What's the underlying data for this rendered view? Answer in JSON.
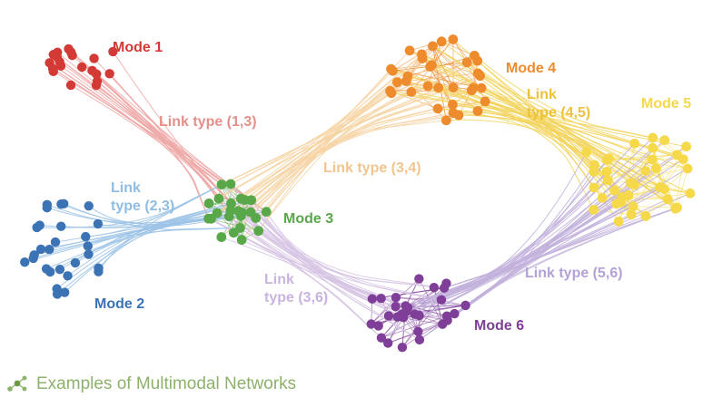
{
  "colors": {
    "mode1": "#d33a36",
    "mode2": "#3b73b4",
    "mode3": "#58a84a",
    "mode4": "#ee8b2c",
    "mode5": "#f6d94a",
    "mode6": "#7f3f98",
    "link13": "#eda8a6",
    "link23": "#9cc3e6",
    "link34": "#f6d3a3",
    "link45": "#f2d35c",
    "link36": "#d6c4e4",
    "link56": "#c2b1dc",
    "caption": "#8db26b"
  },
  "modes": [
    {
      "key": "m1",
      "label": "Mode 1",
      "color": "#d33a36",
      "count": 20
    },
    {
      "key": "m2",
      "label": "Mode 2",
      "color": "#3b73b4",
      "count": 28
    },
    {
      "key": "m3",
      "label": "Mode 3",
      "color": "#58a84a",
      "count": 24
    },
    {
      "key": "m4",
      "label": "Mode 4",
      "color": "#ee8b2c",
      "count": 34
    },
    {
      "key": "m5",
      "label": "Mode 5",
      "color": "#f6d94a",
      "count": 40
    },
    {
      "key": "m6",
      "label": "Mode 6",
      "color": "#7f3f98",
      "count": 30
    }
  ],
  "link_types": [
    {
      "key": "l13",
      "from": "m1",
      "to": "m3",
      "lines": [
        "Link type (1,3)"
      ],
      "color": "#eda8a6",
      "text_color": "#e58f8c"
    },
    {
      "key": "l23",
      "from": "m2",
      "to": "m3",
      "lines": [
        "Link",
        "type (2,3)"
      ],
      "color": "#9cc3e6",
      "text_color": "#8fbde3"
    },
    {
      "key": "l34",
      "from": "m3",
      "to": "m4",
      "lines": [
        "Link type (3,4)"
      ],
      "color": "#f6d3a3",
      "text_color": "#f2c58f"
    },
    {
      "key": "l45",
      "from": "m4",
      "to": "m5",
      "lines": [
        "Link",
        "type (4,5)"
      ],
      "color": "#f2d35c",
      "text_color": "#edc23b"
    },
    {
      "key": "l36",
      "from": "m3",
      "to": "m6",
      "lines": [
        "Link",
        "type (3,6)"
      ],
      "color": "#d6c4e4",
      "text_color": "#c9b3df"
    },
    {
      "key": "l56",
      "from": "m5",
      "to": "m6",
      "lines": [
        "Link type (5,6)"
      ],
      "color": "#c2b1dc",
      "text_color": "#b4a1d6"
    }
  ],
  "caption": {
    "text": "Examples of Multimodal Networks",
    "icon": "network-nodes-icon"
  }
}
